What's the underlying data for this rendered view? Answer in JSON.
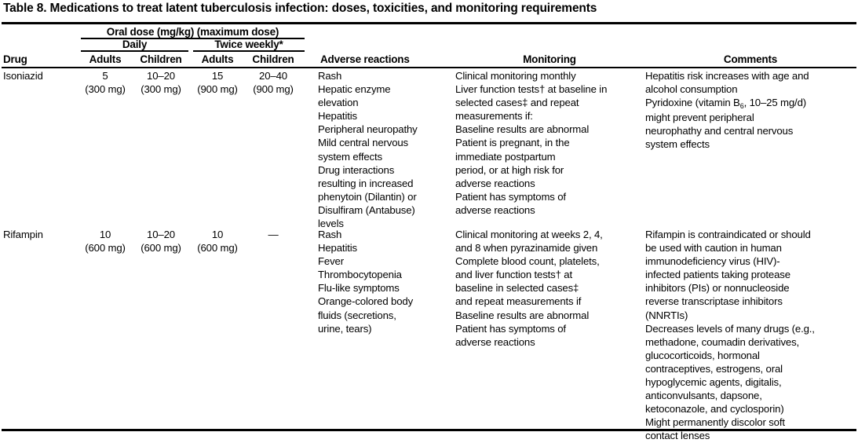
{
  "title": "Table 8. Medications to treat latent tuberculosis infection: doses, toxicities, and monitoring requirements",
  "header": {
    "oral_dose_span": "Oral dose (mg/kg) (maximum dose)",
    "daily_span": "Daily",
    "twice_weekly_span": "Twice weekly*",
    "drug": "Drug",
    "daily_adults": "Adults",
    "daily_children": "Children",
    "twice_adults": "Adults",
    "twice_children": "Children",
    "adverse_reactions": "Adverse reactions",
    "monitoring": "Monitoring",
    "comments": "Comments"
  },
  "rows": [
    {
      "drug": "Isoniazid",
      "daily_adults_dose": "5",
      "daily_adults_max": "(300 mg)",
      "daily_children_dose": "10–20",
      "daily_children_max": "(300 mg)",
      "twice_adults_dose": "15",
      "twice_adults_max": "(900 mg)",
      "twice_children_dose": "20–40",
      "twice_children_max": "(900 mg)",
      "adverse_reactions": [
        {
          "indent": 0,
          "text": "Rash"
        },
        {
          "indent": 0,
          "text": "Hepatic enzyme"
        },
        {
          "indent": 1,
          "text": "elevation"
        },
        {
          "indent": 0,
          "text": "Hepatitis"
        },
        {
          "indent": 0,
          "text": "Peripheral neuropathy"
        },
        {
          "indent": 0,
          "text": "Mild central nervous"
        },
        {
          "indent": 1,
          "text": "system effects"
        },
        {
          "indent": 0,
          "text": "Drug interactions"
        },
        {
          "indent": 1,
          "text": "resulting in increased"
        },
        {
          "indent": 1,
          "text": "phenytoin (Dilantin) or"
        },
        {
          "indent": 1,
          "text": "Disulfiram (Antabuse)"
        },
        {
          "indent": 1,
          "text": "levels"
        }
      ],
      "monitoring": [
        {
          "indent": 0,
          "text": "Clinical monitoring monthly"
        },
        {
          "indent": 0,
          "text": "Liver function tests† at baseline in"
        },
        {
          "indent": 1,
          "text": "selected cases‡ and repeat"
        },
        {
          "indent": 1,
          "text": "measurements if:"
        },
        {
          "indent": 2,
          "text": "Baseline results are abnormal"
        },
        {
          "indent": 2,
          "text": "Patient is pregnant, in the"
        },
        {
          "indent": 3,
          "text": "immediate postpartum"
        },
        {
          "indent": 3,
          "text": "period, or at high risk for"
        },
        {
          "indent": 3,
          "text": "adverse reactions"
        },
        {
          "indent": 2,
          "text": "Patient has symptoms of"
        },
        {
          "indent": 3,
          "text": "adverse reactions"
        }
      ],
      "comments": [
        {
          "indent": 0,
          "text": "Hepatitis risk increases with age and"
        },
        {
          "indent": 1,
          "text": "alcohol consumption"
        },
        {
          "indent": 0,
          "text": "Pyridoxine (vitamin B6, 10–25 mg/d)",
          "subscript": "6",
          "prefix": "Pyridoxine (vitamin B",
          "suffix": ", 10–25 mg/d)"
        },
        {
          "indent": 1,
          "text": "might prevent peripheral"
        },
        {
          "indent": 1,
          "text": "neurophathy and central nervous"
        },
        {
          "indent": 1,
          "text": "system effects"
        }
      ]
    },
    {
      "drug": "Rifampin",
      "daily_adults_dose": "10",
      "daily_adults_max": "(600 mg)",
      "daily_children_dose": "10–20",
      "daily_children_max": "(600 mg)",
      "twice_adults_dose": "10",
      "twice_adults_max": "(600 mg)",
      "twice_children_dose": "—",
      "twice_children_max": "",
      "adverse_reactions": [
        {
          "indent": 0,
          "text": "Rash"
        },
        {
          "indent": 0,
          "text": "Hepatitis"
        },
        {
          "indent": 0,
          "text": "Fever"
        },
        {
          "indent": 0,
          "text": "Thrombocytopenia"
        },
        {
          "indent": 0,
          "text": "Flu-like symptoms"
        },
        {
          "indent": 0,
          "text": "Orange-colored body"
        },
        {
          "indent": 1,
          "text": "fluids (secretions,"
        },
        {
          "indent": 1,
          "text": "urine, tears)"
        }
      ],
      "monitoring": [
        {
          "indent": 0,
          "text": "Clinical monitoring at weeks 2, 4,"
        },
        {
          "indent": 0,
          "text": "and 8 when pyrazinamide given"
        },
        {
          "indent": 0,
          "text": "Complete blood count, platelets,"
        },
        {
          "indent": 1,
          "text": "and liver function tests† at"
        },
        {
          "indent": 1,
          "text": "baseline in selected cases‡"
        },
        {
          "indent": 1,
          "text": "and repeat measurements if"
        },
        {
          "indent": 2,
          "text": "Baseline results are abnormal"
        },
        {
          "indent": 2,
          "text": "Patient has symptoms of"
        },
        {
          "indent": 3,
          "text": "adverse reactions"
        }
      ],
      "comments": [
        {
          "indent": 0,
          "text": "Rifampin is contraindicated or should"
        },
        {
          "indent": 1,
          "text": "be used with caution in human"
        },
        {
          "indent": 1,
          "text": "immunodeficiency virus (HIV)-"
        },
        {
          "indent": 1,
          "text": "infected patients taking protease"
        },
        {
          "indent": 1,
          "text": "inhibitors (PIs) or nonnucleoside"
        },
        {
          "indent": 1,
          "text": "reverse transcriptase inhibitors"
        },
        {
          "indent": 1,
          "text": "(NNRTIs)"
        },
        {
          "indent": 0,
          "text": "Decreases levels of many drugs (e.g.,"
        },
        {
          "indent": 1,
          "text": "methadone, coumadin derivatives,"
        },
        {
          "indent": 1,
          "text": "glucocorticoids, hormonal"
        },
        {
          "indent": 1,
          "text": "contraceptives, estrogens, oral"
        },
        {
          "indent": 1,
          "text": "hypoglycemic agents, digitalis,"
        },
        {
          "indent": 1,
          "text": "anticonvulsants, dapsone,"
        },
        {
          "indent": 1,
          "text": "ketoconazole, and cyclosporin)"
        },
        {
          "indent": 0,
          "text": "Might permanently discolor soft"
        },
        {
          "indent": 1,
          "text": "contact lenses"
        }
      ]
    }
  ]
}
